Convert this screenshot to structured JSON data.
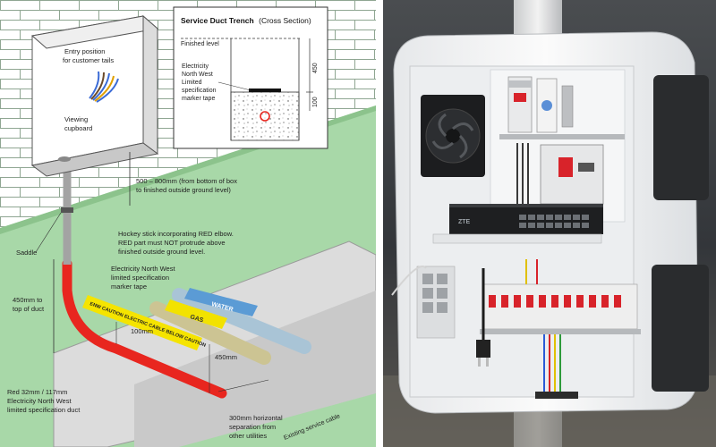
{
  "diagram": {
    "entry_position": [
      "Entry position",
      "for customer tails"
    ],
    "viewing_cupboard": [
      "Viewing",
      "cupboard"
    ],
    "box_height_note": [
      "500 – 800mm (from bottom of box",
      "to finished outside ground level)"
    ],
    "saddle": "Saddle",
    "hockey_stick": [
      "Hockey stick incorporating RED elbow.",
      "RED part must NOT protrude above",
      "finished outside ground level."
    ],
    "tape_label": [
      "Electricity North West",
      "limited specification",
      "marker tape"
    ],
    "duct_depth": [
      "450mm to",
      "top of duct"
    ],
    "dim_100": "100mm",
    "dim_450": "450mm",
    "duct_spec": [
      "Red 32mm / 117mm",
      "Electricity North West",
      "limited specification duct"
    ],
    "separation": [
      "300mm horizontal",
      "separation from",
      "other utilities"
    ],
    "existing_cable": "Existing service cable",
    "tape_text": "ENW  CAUTION ELECTRIC CABLE BELOW  CAUTION",
    "water": "WATER",
    "gas": "GAS",
    "inset": {
      "title_bold": "Service Duct Trench",
      "title_rest": "(Cross Section)",
      "finished_level": "Finished level",
      "tape_label": [
        "Electricity",
        "North West",
        "Limited",
        "specification",
        "marker tape"
      ],
      "dim_450": "450",
      "dim_100": "100"
    }
  },
  "photo": {
    "switch_brand": "ZTE"
  },
  "colors": {
    "wall": "#ffffff",
    "brick_line": "#8fa692",
    "ground_green": "#a8d8a8",
    "red_duct": "#e8261f",
    "water_pipe": "#5b9bd5",
    "gas_pipe": "#f2e200",
    "tape_yellow": "#f5e400",
    "enclosure_white": "#f1f2f3",
    "breaker_red": "#d8232a"
  }
}
